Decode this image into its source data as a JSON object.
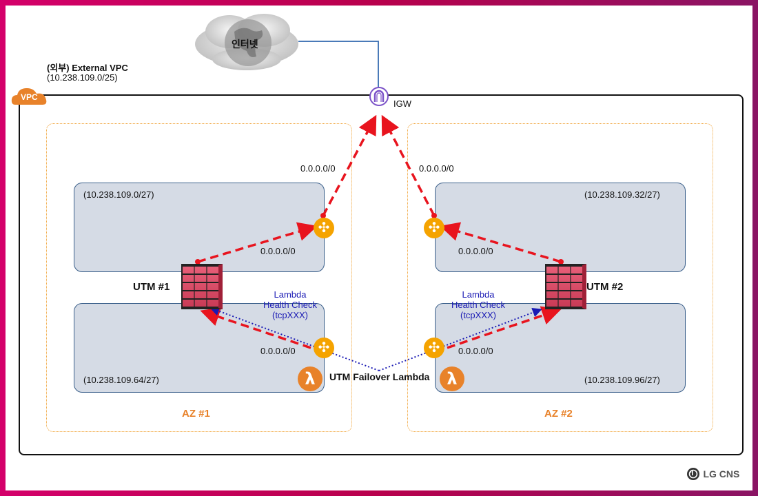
{
  "internet": {
    "label": "인터넷"
  },
  "vpc": {
    "badge": "VPC",
    "title": "(외부) External VPC",
    "cidr": "(10.238.109.0/25)"
  },
  "igw": {
    "label": "IGW"
  },
  "az1": {
    "label": "AZ #1",
    "public_subnet": {
      "cidr": "(10.238.109.0/27)"
    },
    "private_subnet": {
      "cidr": "(10.238.109.64/27)"
    },
    "utm": {
      "label": "UTM #1"
    },
    "routes": {
      "to_igw": "0.0.0.0/0",
      "to_utm": "0.0.0.0/0",
      "private": "0.0.0.0/0"
    },
    "health_check": {
      "line1": "Lambda",
      "line2": "Health Check",
      "line3": "(tcpXXX)"
    }
  },
  "az2": {
    "label": "AZ #2",
    "public_subnet": {
      "cidr": "(10.238.109.32/27)"
    },
    "private_subnet": {
      "cidr": "(10.238.109.96/27)"
    },
    "utm": {
      "label": "UTM #2"
    },
    "routes": {
      "to_igw": "0.0.0.0/0",
      "to_utm": "0.0.0.0/0",
      "private": "0.0.0.0/0"
    },
    "health_check": {
      "line1": "Lambda",
      "line2": "Health Check",
      "line3": "(tcpXXX)"
    }
  },
  "lambda": {
    "label": "UTM Failover Lambda",
    "glyph": "λ"
  },
  "footer": {
    "brand": "LG CNS"
  },
  "colors": {
    "route": "#e8141e",
    "health": "#1a1ab4",
    "az": "#f0a030",
    "router": "#f5a300",
    "lambda": "#e8822a",
    "igw": "#7b52c8"
  }
}
